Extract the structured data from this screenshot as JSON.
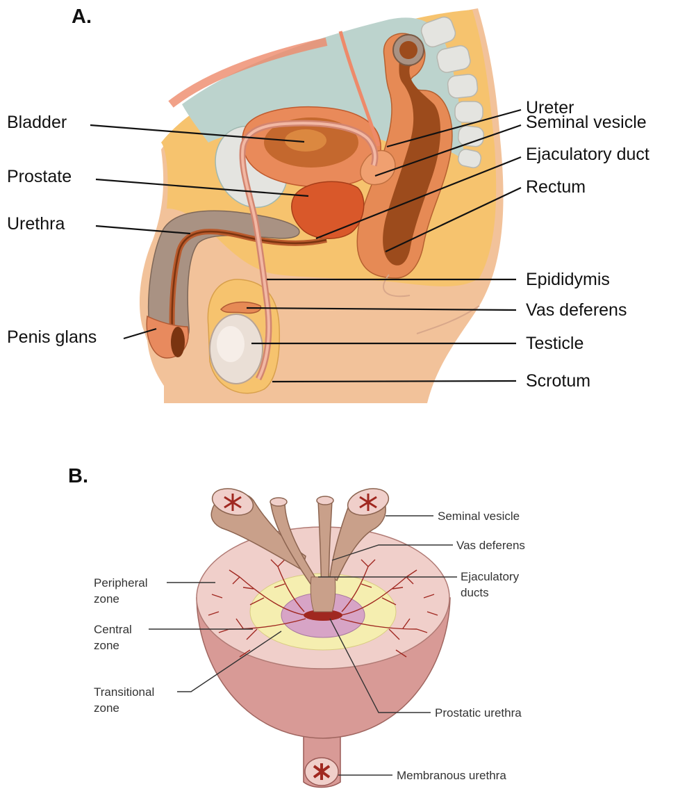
{
  "panel_a": {
    "letter": "A.",
    "labels": {
      "bladder": "Bladder",
      "prostate": "Prostate",
      "urethra": "Urethra",
      "penis_glans": "Penis glans",
      "ureter": "Ureter",
      "seminal_vesicle": "Seminal vesicle",
      "ejaculatory_duct": "Ejaculatory duct",
      "rectum": "Rectum",
      "epididymis": "Epididymis",
      "vas_deferens": "Vas deferens",
      "testicle": "Testicle",
      "scrotum": "Scrotum"
    }
  },
  "panel_b": {
    "letter": "B.",
    "labels": {
      "seminal_vesicle": "Seminal vesicle",
      "vas_deferens": "Vas deferens",
      "ejaculatory_ducts_1": "Ejaculatory",
      "ejaculatory_ducts_2": "ducts",
      "peripheral_zone_1": "Peripheral",
      "peripheral_zone_2": "zone",
      "central_zone_1": "Central",
      "central_zone_2": "zone",
      "transitional_zone_1": "Transitional",
      "transitional_zone_2": "zone",
      "prostatic_urethra": "Prostatic urethra",
      "membranous_urethra": "Membranous urethra"
    }
  },
  "colors": {
    "skin": "#f2c29a",
    "fat": "#f6c36e",
    "pelvic_cavity": "#bcd3cd",
    "bone": "#e4e4e0",
    "bladder_wall": "#e98a5a",
    "bladder_lumen": "#c4682e",
    "prostate": "#d9582a",
    "rectum_outer": "#e68a55",
    "rectum_inner": "#9c4b1c",
    "penis_body": "#a99283",
    "testicle": "#eadfd6",
    "prostate_section": "#d89a96",
    "prostate_surface": "#f0cfca",
    "central_zone": "#f5eeb0",
    "transitional_zone": "#d7a4c6"
  }
}
